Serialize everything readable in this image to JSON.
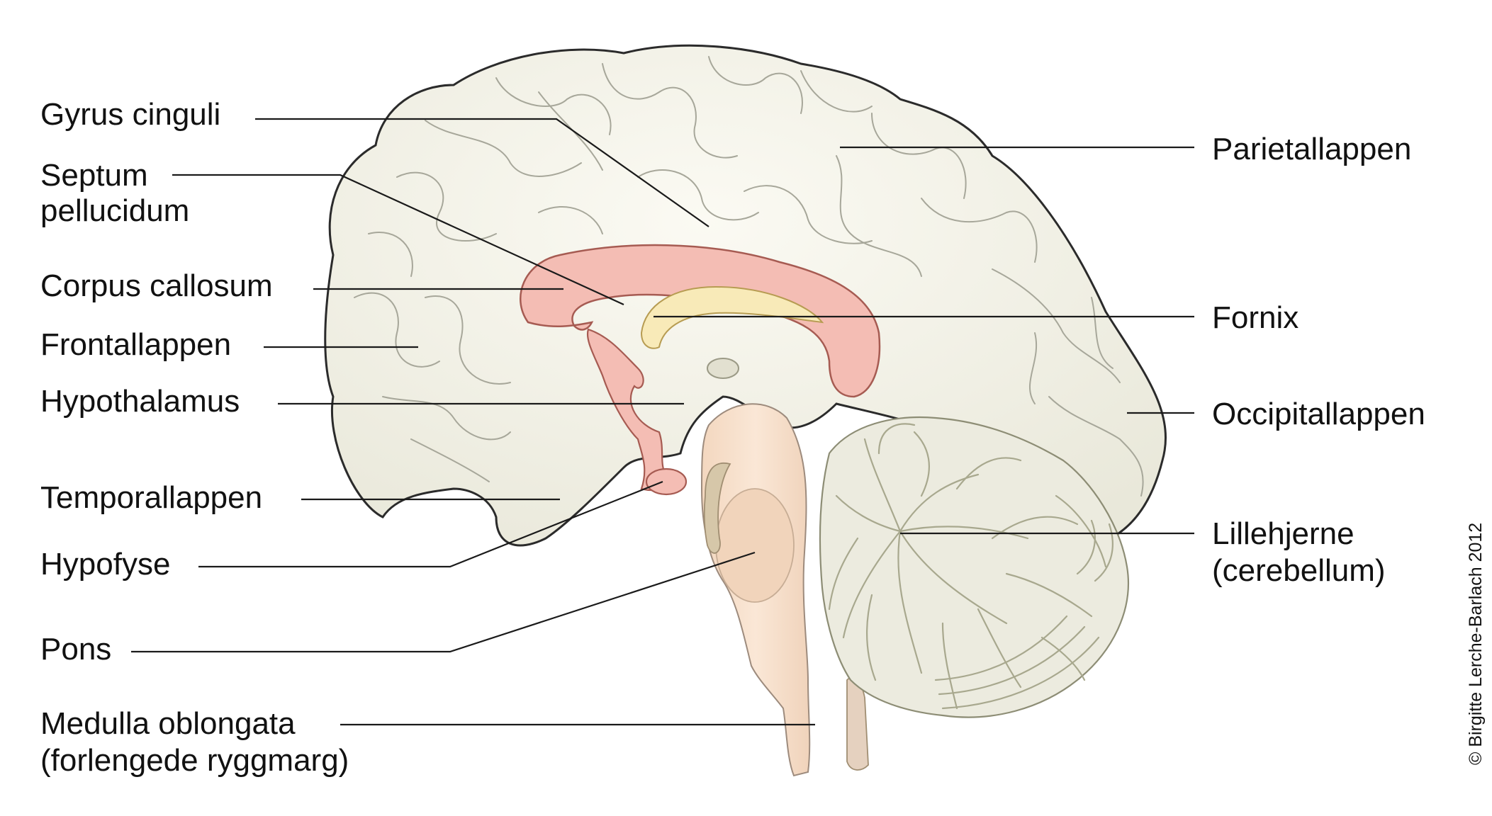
{
  "labels_left": [
    {
      "id": "gyrus-cinguli",
      "lines": [
        "Gyrus cinguli"
      ]
    },
    {
      "id": "septum-pellucidum",
      "lines": [
        "Septum",
        "pellucidum"
      ]
    },
    {
      "id": "corpus-callosum",
      "lines": [
        "Corpus callosum"
      ]
    },
    {
      "id": "frontallappen",
      "lines": [
        "Frontallappen"
      ]
    },
    {
      "id": "hypothalamus",
      "lines": [
        "Hypothalamus"
      ]
    },
    {
      "id": "temporallappen",
      "lines": [
        "Temporallappen"
      ]
    },
    {
      "id": "hypofyse",
      "lines": [
        "Hypofyse"
      ]
    },
    {
      "id": "pons",
      "lines": [
        "Pons"
      ]
    },
    {
      "id": "medulla-oblongata",
      "lines": [
        "Medulla oblongata",
        "(forlengede ryggmarg)"
      ]
    }
  ],
  "labels_right": [
    {
      "id": "parietallappen",
      "lines": [
        "Parietallappen"
      ]
    },
    {
      "id": "fornix",
      "lines": [
        "Fornix"
      ]
    },
    {
      "id": "occipitallappen",
      "lines": [
        "Occipitallappen"
      ]
    },
    {
      "id": "lillehjerne",
      "lines": [
        "Lillehjerne",
        "(cerebellum)"
      ]
    }
  ],
  "copyright": "© Birgitte Lerche-Barlach 2012",
  "colors": {
    "cortex": "#efeee3",
    "cortex_outline": "#2b2b2b",
    "corpus_callosum": "#f4bdb4",
    "fornix": "#f8eab8",
    "brainstem": "#f6dfca",
    "cerebellum": "#ecebdf"
  }
}
